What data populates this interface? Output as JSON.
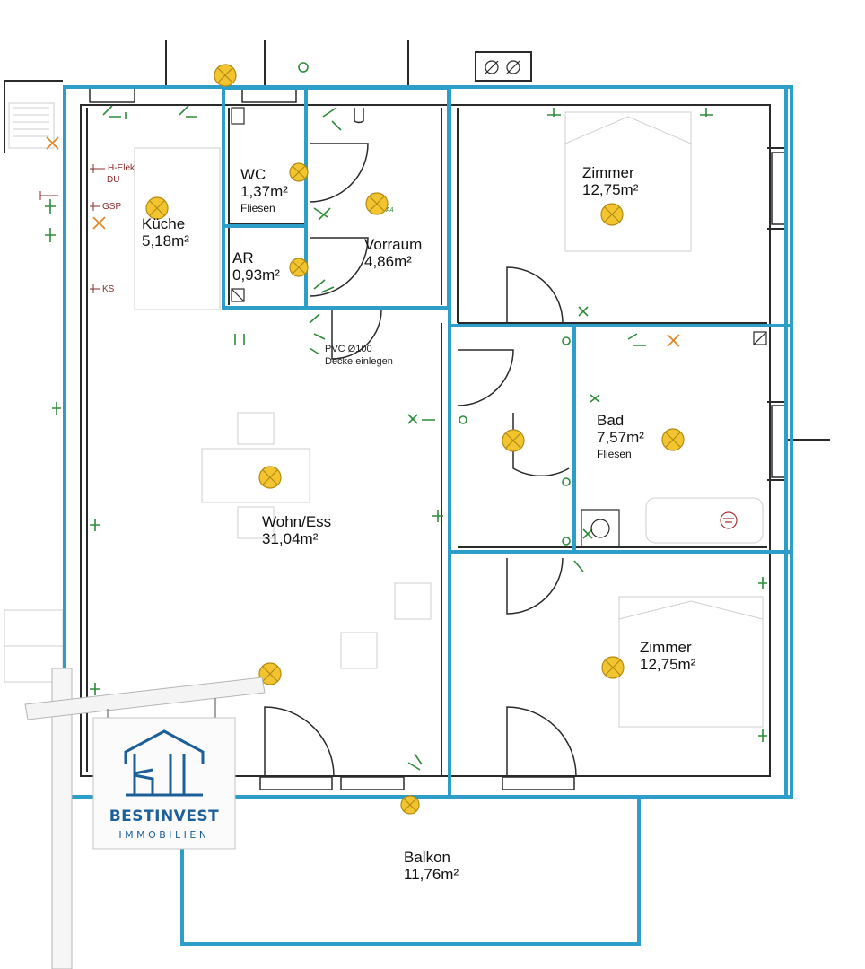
{
  "rooms": {
    "kueche": {
      "name": "Küche",
      "area": "5,18m²"
    },
    "wc": {
      "name": "WC",
      "area": "1,37m²",
      "floor": "Fliesen"
    },
    "ar": {
      "name": "AR",
      "area": "0,93m²"
    },
    "vorraum": {
      "name": "Vorraum",
      "area": "4,86m²"
    },
    "zimmer_top": {
      "name": "Zimmer",
      "area": "12,75m²"
    },
    "bad": {
      "name": "Bad",
      "area": "7,57m²",
      "floor": "Fliesen"
    },
    "wohn_ess": {
      "name": "Wohn/Ess",
      "area": "31,04m²"
    },
    "zimmer_bottom": {
      "name": "Zimmer",
      "area": "12,75m²"
    },
    "balkon": {
      "name": "Balkon",
      "area": "11,76m²"
    }
  },
  "notes": {
    "pvc_line1": "PVC Ø100",
    "pvc_line2": "Decke einlegen"
  },
  "electrical_labels": {
    "h_elek": "H-Elek",
    "du": "DU",
    "gsp": "GSP",
    "ks": "KS",
    "a4": "A4"
  },
  "sign": {
    "brand": "BESTINVEST",
    "subtitle": "IMMOBILIEN"
  },
  "colors": {
    "overlay_outline": "#2c9ec8",
    "wall": "#2a2a2a",
    "light_fixture": "#f2c530",
    "electrical_symbols": "#2e8b3a",
    "sign_brand": "#1d5f99"
  }
}
